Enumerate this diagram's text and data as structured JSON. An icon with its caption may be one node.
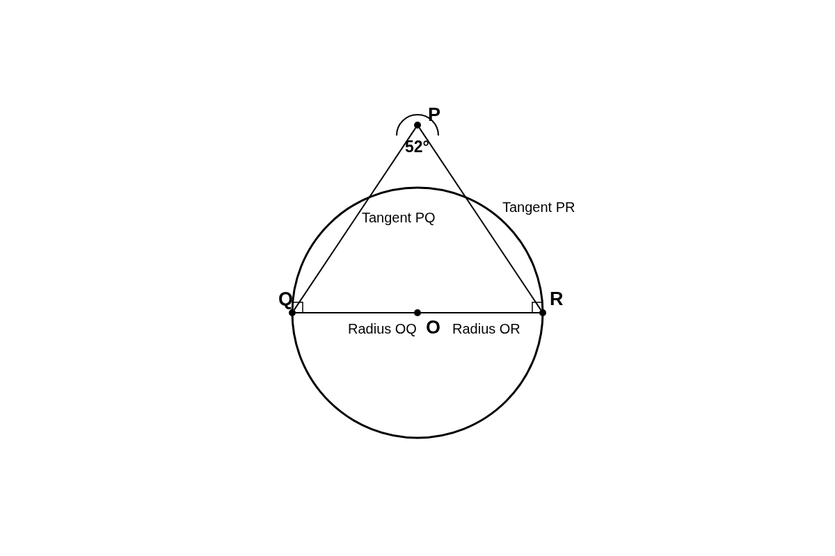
{
  "diagram": {
    "nodes": [
      {
        "text": [],
        "shape": "circle",
        "beside": [
          "P"
        ]
      },
      {
        "text": [],
        "shape": "circle",
        "beside": [
          "Q"
        ]
      },
      {
        "text": [],
        "shape": "circle",
        "beside": [
          "R"
        ]
      },
      {
        "text": [],
        "shape": "circle",
        "beside": [
          "O"
        ]
      }
    ],
    "edges": [
      {
        "from": 0,
        "to": 1,
        "arrow": "none",
        "label": "Tangent PQ"
      },
      {
        "from": 0,
        "to": 2,
        "arrow": "none",
        "label": "Tangent PR"
      },
      {
        "from": 3,
        "to": 1,
        "arrow": "none",
        "label": "Radius OQ"
      },
      {
        "from": 3,
        "to": 2,
        "arrow": "none",
        "label": "Radius OR"
      }
    ],
    "labels": [
      "52°"
    ]
  }
}
